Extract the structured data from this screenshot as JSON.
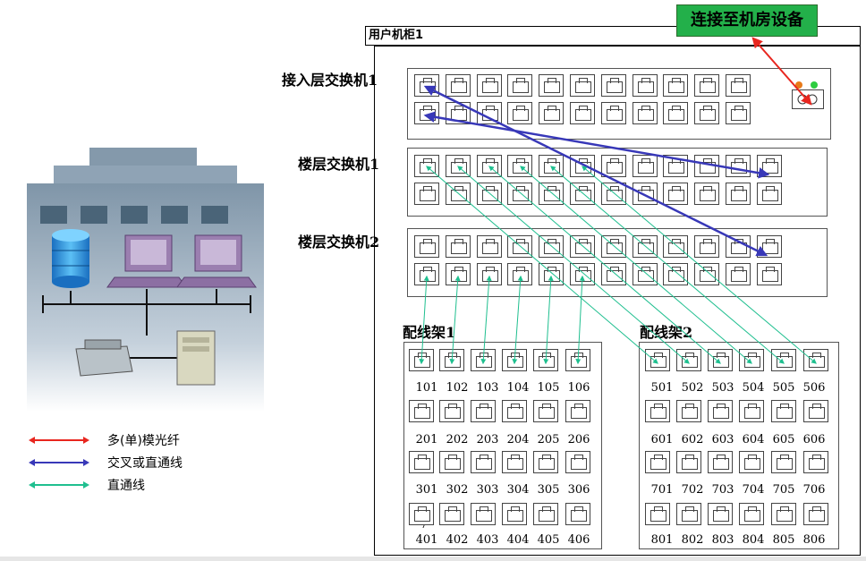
{
  "connect_label": "连接至机房设备",
  "cabinet_title": "用户机柜1",
  "devices": {
    "access_switch": "接入层交换机1",
    "floor_switch_1": "楼层交换机1",
    "floor_switch_2": "楼层交换机2",
    "patch_panel_1": "配线架1",
    "patch_panel_2": "配线架2"
  },
  "panel1_numbers": [
    [
      "101",
      "102",
      "103",
      "104",
      "105",
      "106"
    ],
    [
      "201",
      "202",
      "203",
      "204",
      "205",
      "206"
    ],
    [
      "301",
      "302",
      "303",
      "304",
      "305",
      "306"
    ],
    [
      "401",
      "402",
      "403",
      "404",
      "405",
      "406"
    ]
  ],
  "panel2_numbers": [
    [
      "501",
      "502",
      "503",
      "504",
      "505",
      "506"
    ],
    [
      "601",
      "602",
      "603",
      "604",
      "605",
      "606"
    ],
    [
      "701",
      "702",
      "703",
      "704",
      "705",
      "706"
    ],
    [
      "801",
      "802",
      "803",
      "804",
      "805",
      "806"
    ]
  ],
  "stray_mark": "7",
  "legend": [
    {
      "label": "多(单)模光纤",
      "color": "#e8261f"
    },
    {
      "label": "交叉或直通线",
      "color": "#3838b8"
    },
    {
      "label": "直通线",
      "color": "#1fbf8f"
    }
  ],
  "colors": {
    "fiber": "#e8261f",
    "cross": "#3838b8",
    "straight": "#1fbf8f",
    "led_orange": "#e87a1a",
    "led_green": "#2ecc40"
  }
}
